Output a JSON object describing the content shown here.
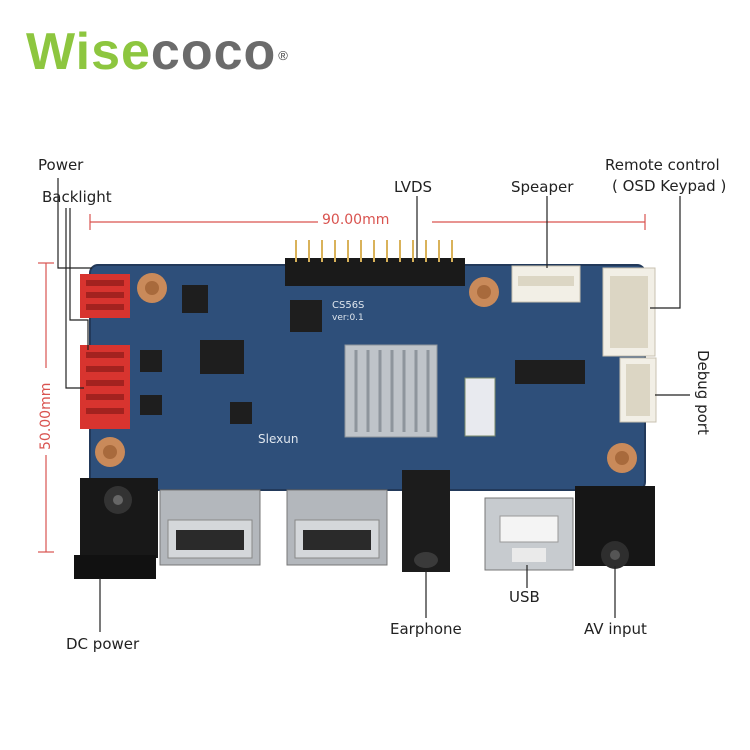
{
  "brand": {
    "logo_w": "W",
    "logo_rest": "ise",
    "logo_ccc": "coco",
    "registered": "®"
  },
  "dimensions": {
    "width": "90.00mm",
    "height": "50.00mm"
  },
  "labels": {
    "power": "Power",
    "backlight": "Backlight",
    "lvds": "LVDS",
    "speaker": "Speaper",
    "remote": "Remote control",
    "osd": "( OSD Keypad )",
    "debug": "Debug port",
    "dc_power": "DC power",
    "earphone": "Earphone",
    "usb": "USB",
    "av_input": "AV input"
  },
  "silkscreen": {
    "brand": "Slexun",
    "chip": "CS56S",
    "version": "ver:0.1"
  },
  "colors": {
    "board": "#2e4f7a",
    "dimension": "#d9534f",
    "connector_red": "#d8342f",
    "logo_green": "#8dc63f"
  }
}
